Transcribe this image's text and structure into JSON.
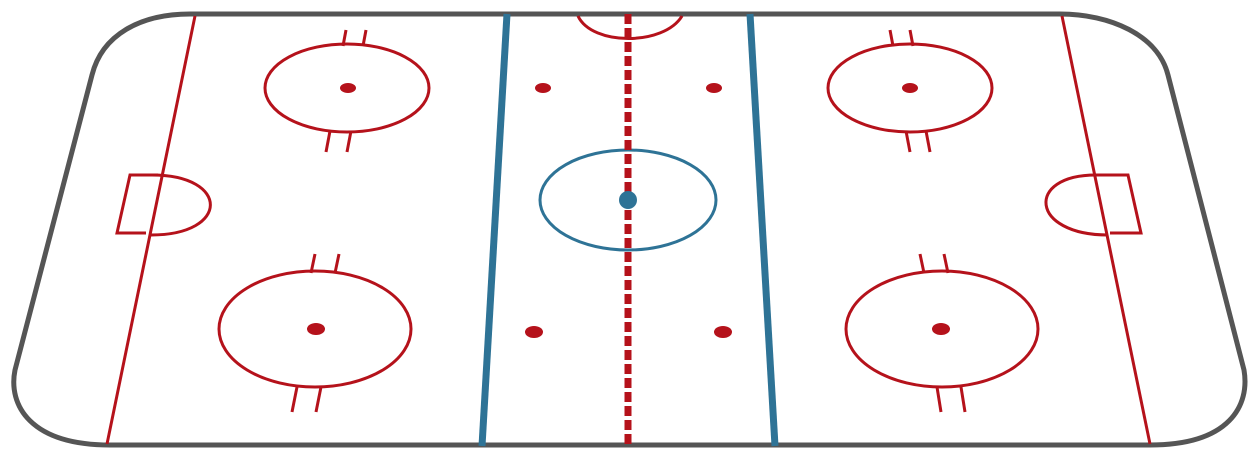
{
  "rink": {
    "colors": {
      "boards": "#555555",
      "red": "#B5121B",
      "blue": "#2E7396",
      "ice": "#ffffff"
    },
    "elements": [
      "boards",
      "goal-line-left",
      "goal-line-right",
      "blue-line-left",
      "blue-line-right",
      "center-red-line",
      "center-faceoff-circle",
      "center-faceoff-dot",
      "referee-crease",
      "neutral-zone-faceoff-dots",
      "end-zone-faceoff-circles",
      "goal-creases",
      "goal-nets"
    ]
  }
}
